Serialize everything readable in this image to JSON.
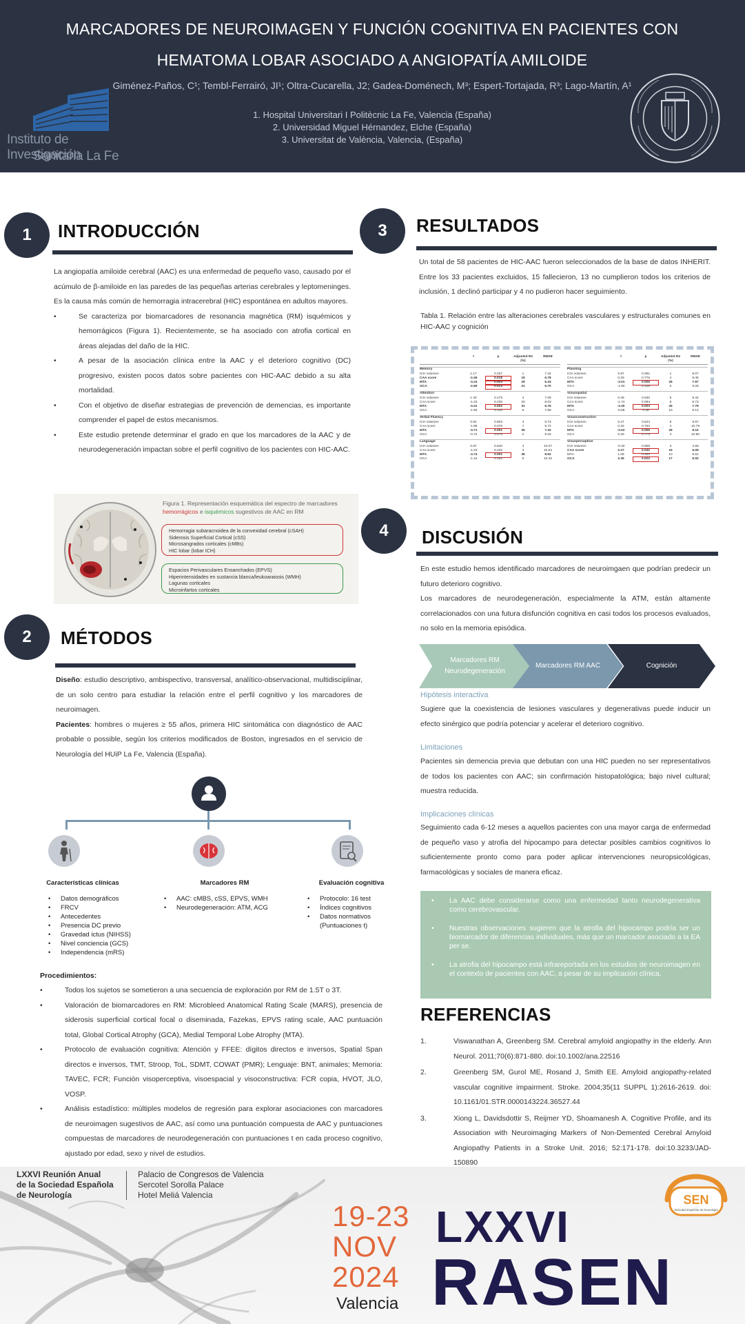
{
  "header": {
    "title_line1": "MARCADORES DE NEUROIMAGEN Y FUNCIÓN COGNITIVA EN PACIENTES CON",
    "title_line2": "HEMATOMA LOBAR ASOCIADO A ANGIOPATÍA AMILOIDE",
    "authors": "Giménez-Paños, C¹; Tembl-Ferrairó, JI¹; Oltra-Cucarella, J2; Gadea-Doménech, M³; Espert-Tortajada, R³; Lago-Martín, A¹",
    "affiliations": [
      "1. Hospital Universitari I Politècnic La Fe, Valencia (España)",
      "2. Universidad Miguel Hérnandez, Elche (España)",
      "3. Universitat de València, Valencia, (España)"
    ],
    "institute_line1": "Instituto de Investigación",
    "institute_line2": "Sanitaria La Fe"
  },
  "sections": {
    "intro": {
      "number": "1",
      "title": "INTRODUCCIÓN"
    },
    "methods": {
      "number": "2",
      "title": "MÉTODOS"
    },
    "results": {
      "number": "3",
      "title": "RESULTADOS"
    },
    "discussion": {
      "number": "4",
      "title": "DISCUSIÓN"
    },
    "references": {
      "title": "REFERENCIAS"
    }
  },
  "intro": {
    "paragraph": "La angiopatía amiloide cerebral (AAC) es una enfermedad de pequeño vaso, causado por el acúmulo de β-amiloide en las paredes de las pequeñas arterias cerebrales y leptomeninges. Es la causa más común de hemorragia intracerebral (HIC) espontánea en adultos mayores.",
    "bullets": [
      "Se caracteriza por biomarcadores de resonancia magnética (RM) isquémicos y hemorrágicos (Figura 1). Recientemente, se ha asociado con atrofia cortical en áreas alejadas del daño de la HIC.",
      "A pesar de la asociación clínica entre la AAC y el deterioro cognitivo (DC) progresivo, existen pocos datos sobre pacientes con HIC-AAC debido a su alta mortalidad.",
      "Con el objetivo de diseñar estrategias de prevención de demencias, es importante comprender el papel de estos mecanismos.",
      "Este estudio pretende determinar el grado en que los marcadores de la AAC y de neurodegeneración impactan sobre el perfil cognitivo de los pacientes con HIC-AAC."
    ],
    "figure": {
      "caption_a": "Figura 1. Representación esquemática del espectro de marcadores ",
      "caption_red": "hemorrágicos",
      "caption_mid": " e ",
      "caption_green": "isquémicos",
      "caption_b": " sugestivos de AAC en RM",
      "red_items": [
        "Hemorragia subaracnoidea de la convexidad cerebral (cSAH)",
        "Siderosis Superficial Cortical (cSS)",
        "Microsangrados corticales (cMBs)",
        "HIC lobar (lobar ICH)"
      ],
      "green_items": [
        "Espacios Perivasculares Ensanchados (EPVS)",
        "Hiperintensidades en sustancia blanca/leukoaraiosis (WMH)",
        "Lagunas corticales",
        "Microinfartos corticales"
      ]
    }
  },
  "methods": {
    "diseno_label": "Diseño",
    "diseno_text": ": estudio descriptivo, ambispectivo, transversal, analítico-observacional, multidisciplinar, de un solo centro para estudiar la relación entre el perfil cognitivo y los marcadores de neuroimagen.",
    "pacientes_label": "Pacientes",
    "pacientes_text": ": hombres o mujeres ≥ 55 años, primera HIC sintomática con diagnóstico de AAC probable o possible, según los criterios modificados de Boston, ingresados en el servicio de Neurología del HUiP La Fe, Valencia (España).",
    "columns": [
      {
        "title": "Características clínicas",
        "items": [
          "Datos demográficos",
          "FRCV",
          "Antecedentes",
          "Presencia DC previo",
          "Gravedad ictus (NIHSS)",
          "Nivel conciencia (GCS)",
          "Independencia (mRS)"
        ]
      },
      {
        "title": "Marcadores RM",
        "items": [
          "AAC: cMBS, cSS, EPVS, WMH",
          "Neurodegeneración: ATM, ACG"
        ]
      },
      {
        "title": "Evaluación cognitiva",
        "items": [
          "Protocolo: 16 test",
          "Índices cognitivos",
          "Datos normativos (Puntuaciones t)"
        ]
      }
    ],
    "procedures_title": "Procedimientos:",
    "procedures": [
      "Todos los sujetos se sometieron a una secuencia de exploración por RM de 1.5T o 3T.",
      "Valoración de biomarcadores en RM: Microbleed Anatomical Rating Scale (MARS), presencia de siderosis superficial cortical focal o diseminada, Fazekas, EPVS rating scale, AAC puntuación total, Global Cortical Atrophy (GCA), Medial Temporal Lobe Atrophy (MTA).",
      "Protocolo de evaluación cognitiva: Atención y FFEE: dígitos directos e inversos, Spatial Span directos e inversos, TMT, Stroop, ToL, SDMT, COWAT (PMR); Lenguaje: BNT, animales; Memoria: TAVEC, FCR; Función visoperceptiva, visoespacial y visoconstructiva: FCR copia, HVOT, JLO, VOSP.",
      "Análisis estadístico: múltiples modelos de regresión para explorar asociaciones con marcadores de neuroimagen sugestivos de AAC, así como una puntuación compuesta de AAC y puntuaciones compuestas de marcadores de neurodegeneración con puntuaciones t en cada proceso cognitivo, ajustado por edad, sexo y nivel de estudios."
    ]
  },
  "results": {
    "paragraph": "Un total de 58 pacientes de HIC-AAC fueron seleccionados de la base de datos INHERIT. Entre los 33 pacientes excluidos, 15 fallecieron, 13 no cumplieron todos los criterios de inclusión, 1 declinó participar y 4 no pudieron hacer seguimiento.",
    "table_caption": "Tabla 1. Relación entre las alteraciones cerebrales vasculares y estructurales comunes en HIC-AAC y cognición",
    "table_headers": [
      "",
      "t",
      "p",
      "Adjusted R2 (%)",
      "RMSE"
    ],
    "left_groups": [
      {
        "name": "Memory",
        "rows": [
          [
            "ICH volumen",
            "1.17",
            "0.267",
            "1",
            "7.34"
          ],
          [
            "CAA score",
            "-2.46",
            "0.018",
            "19",
            "6.78"
          ],
          [
            "MTA",
            "-3.24",
            "0.003",
            "29",
            "6.34"
          ],
          [
            "GCA",
            "-2.69",
            "0.013",
            "21",
            "6.70"
          ]
        ]
      },
      {
        "name": "Attention",
        "rows": [
          [
            "ICH volumen",
            "1.40",
            "0.175",
            "4",
            "7.08"
          ],
          [
            "CAA score",
            "-1.23",
            "0.230",
            "20",
            "8.03"
          ],
          [
            "MTA",
            "-3.41",
            "0.002",
            "31",
            "6.76"
          ],
          [
            "GCA",
            "-1.56",
            "0.132",
            "6",
            "7.89"
          ]
        ]
      },
      {
        "name": "Verbal Fluency",
        "rows": [
          [
            "ICH volumen",
            "0.52",
            "0.603",
            "3",
            "9.73"
          ],
          [
            "CAA score",
            "-1.86",
            "0.076",
            "7",
            "8.74"
          ],
          [
            "MTA",
            "-3.71",
            "0.001",
            "35",
            "7.32"
          ],
          [
            "GCA",
            "-0.72",
            "0.476",
            "2",
            "9.15"
          ]
        ]
      },
      {
        "name": "Language",
        "rows": [
          [
            "ICH volumen",
            "0.87",
            "0.640",
            "4",
            "10.07"
          ],
          [
            "CAA score",
            "-1.23",
            "0.232",
            "3",
            "10.54"
          ],
          [
            "MTA",
            "-3.74",
            "0.001",
            "36",
            "8.52"
          ],
          [
            "GCA",
            "-1.44",
            "0.163",
            "6",
            "10.42"
          ]
        ]
      }
    ],
    "right_groups": [
      {
        "name": "Planning",
        "rows": [
          [
            "ICH volumen",
            "0.87",
            "0.391",
            "1",
            "9.07"
          ],
          [
            "CAA score",
            "0.29",
            "0.776",
            "4",
            "9.45"
          ],
          [
            "MTA",
            "-3.01",
            "0.006",
            "26",
            "7.97"
          ],
          [
            "GCA",
            "-1.60",
            "0.128",
            "0",
            "9.26"
          ]
        ]
      },
      {
        "name": "Visuospatial",
        "rows": [
          [
            "ICH volumen",
            "0.49",
            "0.630",
            "5",
            "9.44"
          ],
          [
            "CAA score",
            "-1.74",
            "0.094",
            "8",
            "8.73"
          ],
          [
            "MTA",
            "-3.30",
            "0.003",
            "26",
            "7.79"
          ],
          [
            "GCA",
            "-0.86",
            "0.38",
            "10",
            "9.14"
          ]
        ]
      },
      {
        "name": "Visuoconstruction",
        "rows": [
          [
            "ICH volumen",
            "0.47",
            "0.644",
            "6",
            "9.97"
          ],
          [
            "CAA score",
            "0.32",
            "0.752",
            "4",
            "10.79"
          ],
          [
            "MTA",
            "-3.02",
            "0.006",
            "26",
            "9.10"
          ],
          [
            "GCA",
            "0.29",
            "0.773",
            "4",
            "10.80"
          ]
        ]
      },
      {
        "name": "Visuoperception",
        "rows": [
          [
            "ICH volumen",
            "-0.32",
            "0.908",
            "3",
            "4.58"
          ],
          [
            "CAA score",
            "2.27",
            "0.032",
            "15",
            "5.09"
          ],
          [
            "MTA",
            "1.06",
            "0.300",
            "10",
            "5.51"
          ],
          [
            "GCA",
            "2.45",
            "0.022",
            "17",
            "5.02"
          ]
        ]
      }
    ]
  },
  "discussion": {
    "paragraph1": "En este estudio hemos identificado marcadores de neuroimgaen que podrían predecir un futuro deterioro cognitivo.",
    "paragraph2": "Los marcadores de neurodegeneración, especialmente la ATM, están altamente correlacionados con una futura disfunción cognitiva en casi todos los procesos evaluados, no solo en la memoria episódica.",
    "chevrons": [
      "Marcadores RM Neurodegeneración",
      "Marcadores RM AAC",
      "Cognición"
    ],
    "hipotesis_title": "Hipótesis interactiva",
    "hipotesis_text": "Sugiere que la coexistencia de lesiones vasculares y degenerativas puede inducir un efecto sinérgico que podría potenciar y acelerar el deterioro cognitivo.",
    "limitaciones_title": "Limitaciones",
    "limitaciones_text": "Pacientes sin demencia previa que debutan con una HIC pueden no ser representativos de todos los pacientes con AAC; sin confirmación histopatológica; bajo nivel cultural; muestra reducida.",
    "implicaciones_title": "Implicaciones clínicas",
    "implicaciones_text": "Seguimiento cada 6-12 meses a aquellos pacientes con una mayor carga de enfermedad de pequeño vaso y atrofia del hipocampo para detectar posibles cambios cognitivos lo suficientemente pronto como para poder aplicar intervenciones neuropsicológicas, farmacológicas y sociales de manera eficaz.",
    "conclusions": [
      "La AAC debe considerarse como una enfermedad tanto neurodegenerativa como cerebrovascular.",
      "Nuestras observaciones sugieren que la atrofia del hipocampo podría ser un biomarcador de diferencias individuales, más que un marcador asociado a la EA per se.",
      "La atrofia del hipocampo está infrareportada en los estudios de neuroimagen en el contexto de pacientes con AAC, a pesar de su implicación clínica."
    ]
  },
  "references": [
    {
      "num": "1.",
      "text": "Viswanathan A, Greenberg SM. Cerebral amyloid angiopathy in the elderly. Ann Neurol. 2011;70(6):871-880. doi:10.1002/ana.22516"
    },
    {
      "num": "2.",
      "text": "Greenberg SM, Gurol ME, Rosand J, Smith EE. Amyloid angiopathy-related vascular cognitive impairment. Stroke. 2004;35(11 SUPPL 1):2616-2619. doi: 10.1161/01.STR.0000143224.36527.44"
    },
    {
      "num": "3.",
      "text": "Xiong L, Davidsdottir S, Reijmer YD, Shoamanesh A. Cognitive Profile, and its Association with Neuroimaging Markers of Non-Demented Cerebral Amyloid Angiopathy Patients in a Stroke Unit. 2016; 52:171-178. doi:10.3233/JAD-150890"
    }
  ],
  "footer": {
    "org_lines": [
      "LXXVI Reunión Anual",
      "de la Sociedad Española",
      "de Neurología"
    ],
    "venue_lines": [
      "Palacio de Congresos de Valencia",
      "Sercotel Sorolla Palace",
      "Hotel Meliá Valencia"
    ],
    "date_lines": [
      "19-23",
      "NOV",
      "2024"
    ],
    "city": "Valencia",
    "event_line1": "LXXVI",
    "event_line2": "RASEN",
    "sen_logo_text": "SEN",
    "sen_sub": "Sociedad Española de Neurología"
  },
  "colors": {
    "navy": "#2b3242",
    "accent_red": "#cc3333",
    "accent_green": "#3a9a4a",
    "sage": "#a9c9b2",
    "orange": "#e2673a",
    "deep_purple": "#1f1b4d"
  }
}
